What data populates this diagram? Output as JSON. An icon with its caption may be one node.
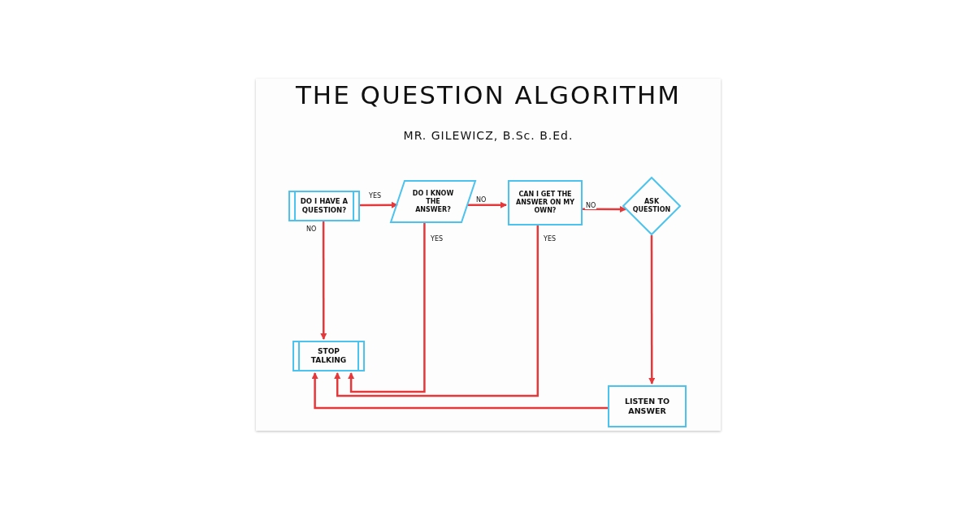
{
  "diagram": {
    "title": "THE QUESTION ALGORITHM",
    "nodes": [
      {
        "text": [
          "DO I HAVE A QUESTION?"
        ]
      },
      {
        "text": [
          "DO I KNOW THE ANSWER?"
        ]
      },
      {
        "text": [
          "CAN I GET THE ANSWER ON MY OWN?"
        ]
      },
      {
        "text": [
          "ASK QUESTION"
        ]
      },
      {
        "text": [
          "STOP TALKING"
        ]
      },
      {
        "text": [
          "LISTEN TO ANSWER"
        ]
      }
    ],
    "edges": [
      {
        "from": 0,
        "to": 1,
        "arrow": "to",
        "label": "YES"
      },
      {
        "from": 1,
        "to": 2,
        "arrow": "to",
        "label": "NO"
      },
      {
        "from": 2,
        "to": 3,
        "arrow": "to",
        "label": "NO"
      },
      {
        "from": 0,
        "to": 4,
        "arrow": "to",
        "label": "NO"
      },
      {
        "from": 1,
        "to": 4,
        "arrow": "to",
        "label": "YES"
      },
      {
        "from": 2,
        "to": 4,
        "arrow": "to",
        "label": "YES"
      },
      {
        "from": 3,
        "to": 5,
        "arrow": "to"
      },
      {
        "from": 5,
        "to": 4,
        "arrow": "to"
      }
    ],
    "labels": [
      "MR. GILEWICZ, B.Sc. B.Ed."
    ]
  }
}
